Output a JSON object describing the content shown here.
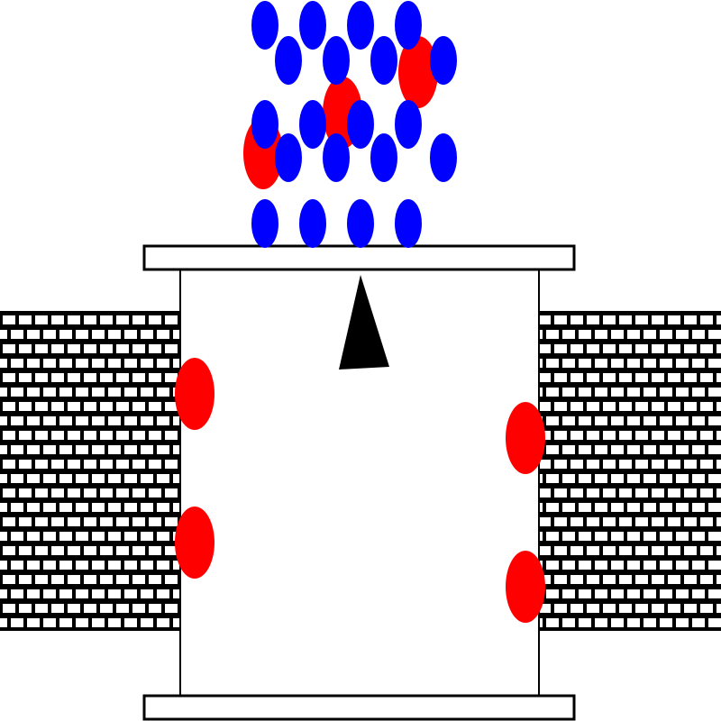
{
  "game": {
    "colors": {
      "player": "#000000",
      "enemy_blue": "#0000ff",
      "enemy_red": "#ff0000",
      "wall": "#000000",
      "background": "#ffffff"
    },
    "player": {
      "shape": "triangle",
      "facing": "up"
    },
    "blue_formation_rows": 5,
    "blue_count": 20,
    "red_count": 7
  }
}
